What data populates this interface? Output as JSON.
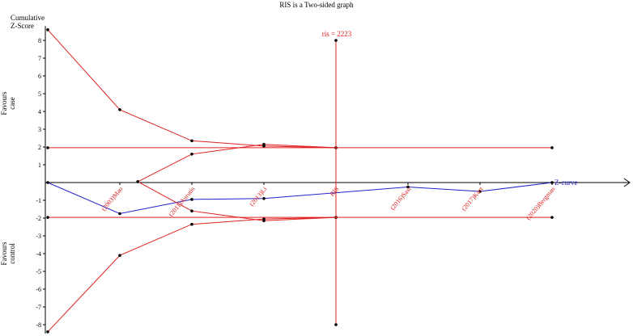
{
  "chart_data": {
    "type": "line",
    "title": "RIS is a Two-sided graph",
    "ylabel": "Cumulative\nZ-Score",
    "ylim": [
      -8,
      8
    ],
    "y_ticks": [
      -8,
      -7,
      -6,
      -5,
      -4,
      -3,
      -2,
      -1,
      1,
      2,
      3,
      4,
      5,
      6,
      7,
      8
    ],
    "grid": false,
    "side_labels": {
      "upper": "Favours\ncase",
      "lower": "Favours\ncontrol"
    },
    "ris_label": "ris = 2223",
    "x_axis_labels": [
      {
        "x": 1,
        "text": "(2003)Mao"
      },
      {
        "x": 2,
        "text": "(2011)Aurutis"
      },
      {
        "x": 3,
        "text": "(2013)Li"
      },
      {
        "x": 4,
        "text": "RIS"
      },
      {
        "x": 5,
        "text": "(2016)Sasi"
      },
      {
        "x": 6,
        "text": "(2017)Kurt"
      },
      {
        "x": 7,
        "text": "(2020)Bergman"
      }
    ],
    "xlim": [
      0,
      8
    ],
    "ris_x": 4,
    "series": [
      {
        "name": "Z-curve",
        "role": "zcurve",
        "color": "#2222cc",
        "x": [
          0,
          1,
          2,
          3,
          5,
          6,
          7
        ],
        "y": [
          0,
          -1.75,
          -0.95,
          -0.9,
          -0.25,
          -0.5,
          0
        ]
      },
      {
        "role": "upper_boundary",
        "color": "#e02020",
        "x": [
          0,
          1,
          2,
          3,
          4
        ],
        "y": [
          8.6,
          4.1,
          2.35,
          2.05,
          1.96
        ]
      },
      {
        "role": "lower_boundary",
        "color": "#e02020",
        "x": [
          0,
          1,
          2,
          3,
          4
        ],
        "y": [
          -8.4,
          -4.1,
          -2.35,
          -2.05,
          -1.96
        ]
      },
      {
        "role": "inner_upper",
        "color": "#e02020",
        "x": [
          1.25,
          2,
          3,
          4
        ],
        "y": [
          0.05,
          1.6,
          2.15,
          1.96
        ]
      },
      {
        "role": "inner_lower",
        "color": "#e02020",
        "x": [
          1.25,
          2,
          3,
          4
        ],
        "y": [
          0.05,
          -1.6,
          -2.15,
          -1.96
        ]
      },
      {
        "role": "conventional_upper",
        "color": "#e02020",
        "x": [
          0,
          7
        ],
        "y": [
          1.96,
          1.96
        ]
      },
      {
        "role": "conventional_lower",
        "color": "#e02020",
        "x": [
          0,
          7
        ],
        "y": [
          -1.96,
          -1.96
        ]
      },
      {
        "role": "ris_line",
        "color": "#e02020",
        "x": [
          4,
          4
        ],
        "y": [
          8,
          -8
        ]
      }
    ]
  }
}
